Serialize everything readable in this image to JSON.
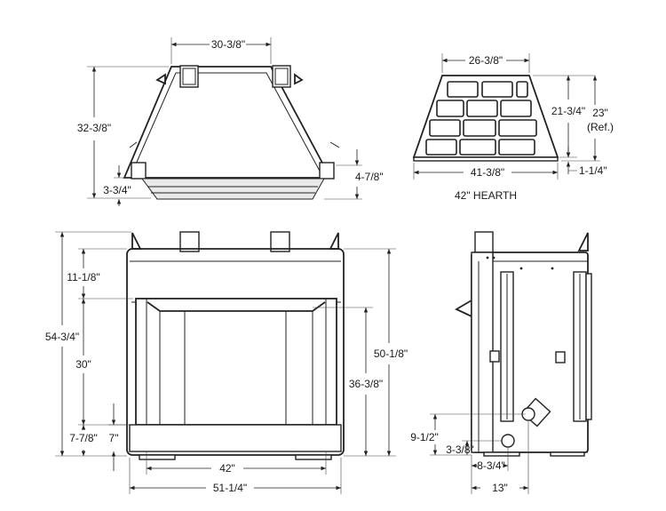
{
  "top_view": {
    "width_label": "30-3/8\"",
    "depth_label": "32-3/8\"",
    "rear_offset_label": "3-3/4\"",
    "side_offset_label": "4-7/8\""
  },
  "hearth_view": {
    "top_width_label": "26-3/8\"",
    "bottom_width_label": "41-3/8\"",
    "height_label": "21-3/4\"",
    "ref_height_label": "23\"",
    "ref_note": "(Ref.)",
    "base_label": "1-1/4\"",
    "caption": "42\" HEARTH"
  },
  "front_view": {
    "overall_height_label": "54-3/4\"",
    "top_band_label": "11-1/8\"",
    "opening_height_label": "30\"",
    "bottom_left_label": "7-7/8\"",
    "bottom_inner_label": "7\"",
    "opening_width_label": "42\"",
    "overall_width_label": "51-1/4\"",
    "right_height_label": "50-1/8\"",
    "inner_right_label": "36-3/8\""
  },
  "side_view": {
    "gas_height_label": "9-1/2\"",
    "gas_low_label": "3-3/8\"",
    "gas_offset_label": "8-3/4\"",
    "depth_label": "13\""
  }
}
